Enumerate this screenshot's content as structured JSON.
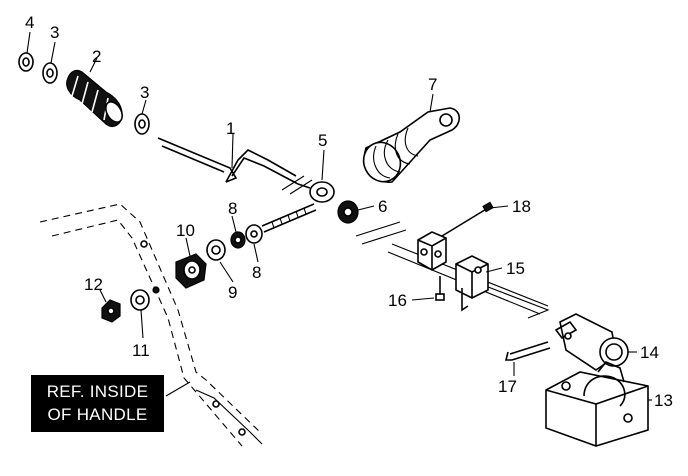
{
  "diagram": {
    "callouts": {
      "c1": "1",
      "c2": "2",
      "c3a": "3",
      "c3b": "3",
      "c4": "4",
      "c5": "5",
      "c6": "6",
      "c7": "7",
      "c8a": "8",
      "c8b": "8",
      "c9": "9",
      "c10": "10",
      "c11": "11",
      "c12": "12",
      "c13": "13",
      "c14": "14",
      "c15": "15",
      "c16": "16",
      "c17": "17",
      "c18": "18"
    },
    "reference_label": {
      "line1": "REF. INSIDE",
      "line2": "OF HANDLE"
    }
  }
}
